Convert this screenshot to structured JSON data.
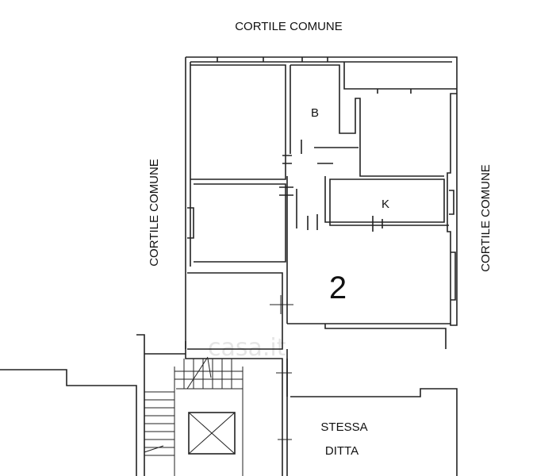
{
  "labels": {
    "top": "CORTILE COMUNE",
    "left": "CORTILE COMUNE",
    "right": "CORTILE COMUNE",
    "room_b": "B",
    "room_k": "K",
    "unit_number": "2",
    "stessa": "STESSA",
    "ditta": "DITTA"
  },
  "watermark": "casa.it"
}
